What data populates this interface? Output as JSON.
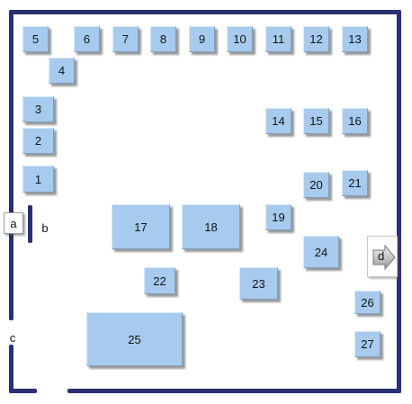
{
  "floor_plan": {
    "colors": {
      "wall": "#2b2f73",
      "box_fill": "#a7cbee"
    },
    "boxes": [
      {
        "label": "1"
      },
      {
        "label": "2"
      },
      {
        "label": "3"
      },
      {
        "label": "4"
      },
      {
        "label": "5"
      },
      {
        "label": "6"
      },
      {
        "label": "7"
      },
      {
        "label": "8"
      },
      {
        "label": "9"
      },
      {
        "label": "10"
      },
      {
        "label": "11"
      },
      {
        "label": "12"
      },
      {
        "label": "13"
      },
      {
        "label": "14"
      },
      {
        "label": "15"
      },
      {
        "label": "16"
      },
      {
        "label": "17"
      },
      {
        "label": "18"
      },
      {
        "label": "19"
      },
      {
        "label": "20"
      },
      {
        "label": "21"
      },
      {
        "label": "22"
      },
      {
        "label": "23"
      },
      {
        "label": "24"
      },
      {
        "label": "25"
      },
      {
        "label": "26"
      },
      {
        "label": "27"
      }
    ],
    "markers": {
      "a": "a",
      "b": "b",
      "c": "c",
      "d": "d"
    }
  }
}
